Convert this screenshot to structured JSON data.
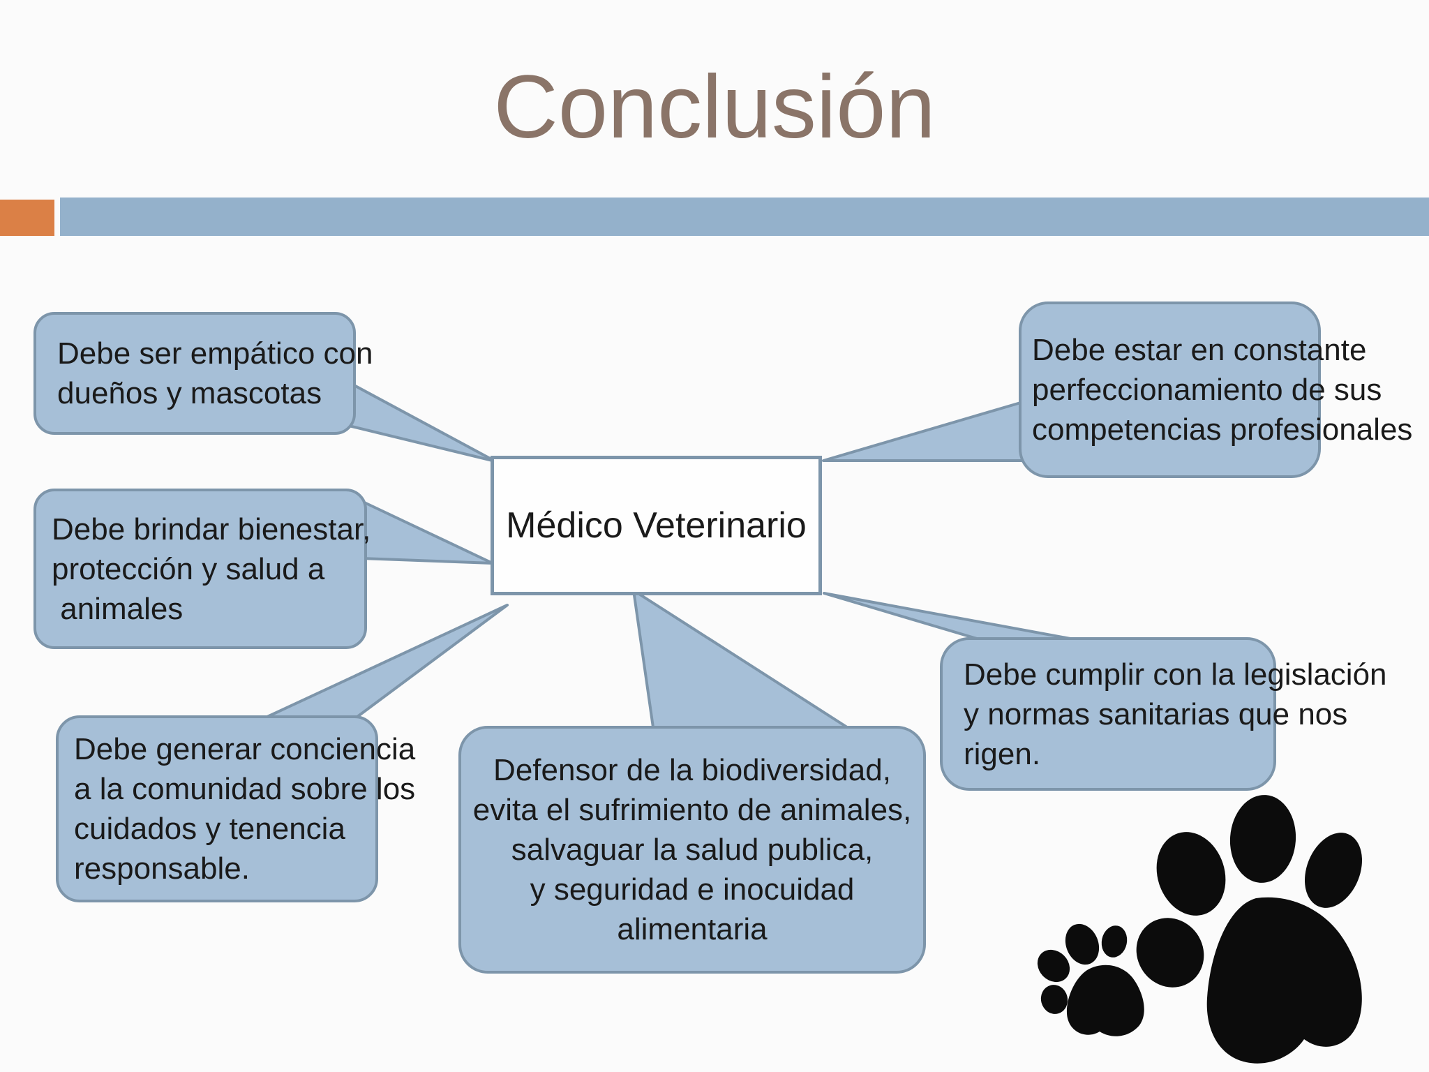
{
  "title": "Conclusión",
  "center_box": {
    "label": "Médico Veterinario"
  },
  "bubbles": {
    "top_left": {
      "lines": [
        "Debe ser empático con",
        "dueños y mascotas"
      ]
    },
    "mid_left": {
      "lines": [
        "Debe brindar bienestar,",
        "protección y salud a",
        " animales"
      ]
    },
    "bottom_left": {
      "lines": [
        "Debe generar conciencia",
        "a la comunidad sobre los",
        "cuidados y tenencia",
        "responsable."
      ]
    },
    "bottom_center": {
      "lines": [
        "Defensor de la biodiversidad,",
        "evita el sufrimiento de animales,",
        "salvaguar la salud publica,",
        "y seguridad e inocuidad",
        "alimentaria"
      ]
    },
    "top_right": {
      "lines": [
        "Debe estar en constante",
        "perfeccionamiento de sus",
        "competencias profesionales"
      ]
    },
    "mid_right": {
      "lines": [
        "Debe cumplir con la legislación",
        "y normas sanitarias que nos",
        "rigen."
      ]
    }
  },
  "decorations": {
    "paw_prints": {
      "count": 2,
      "color": "#0c0c0c",
      "label": "black paw prints"
    }
  },
  "colors": {
    "title_text": "#8a7468",
    "accent_orange": "#db8046",
    "accent_blue_bar": "#94b1cb",
    "bubble_fill": "#a6bfd7",
    "bubble_border": "#7d95aa",
    "box_border": "#7d95aa",
    "body_text": "#1a1a1a",
    "background": "#fbfbfb"
  }
}
